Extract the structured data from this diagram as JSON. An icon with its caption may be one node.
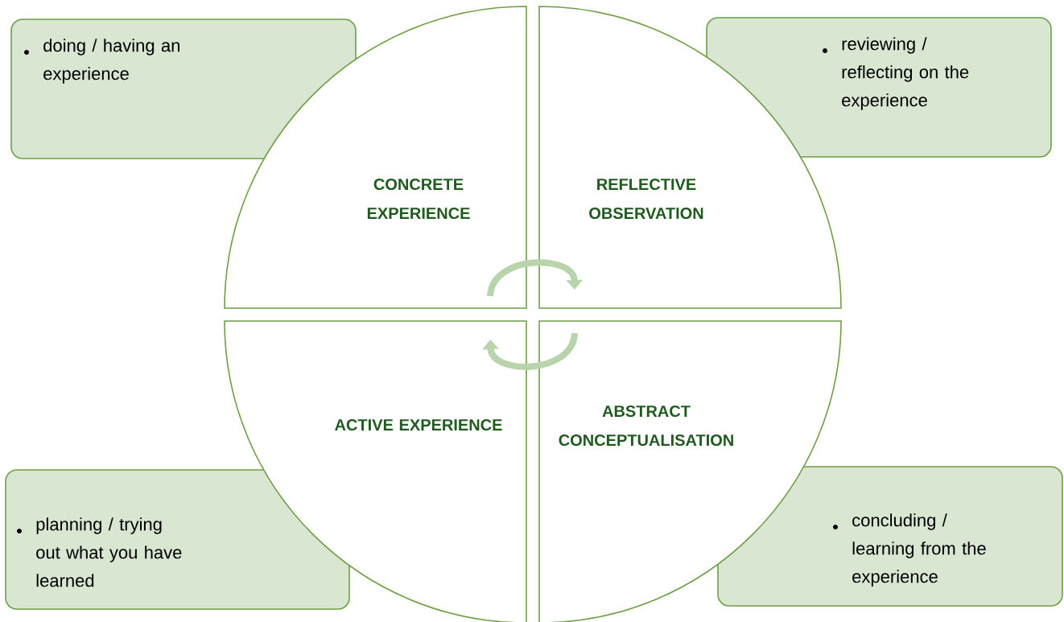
{
  "diagram": {
    "nodes": [
      {
        "text": [
          "doing / having an experience"
        ]
      },
      {
        "text": [
          "reviewing / reflecting on the experience"
        ]
      },
      {
        "text": [
          "CONCRETE EXPERIENCE"
        ]
      },
      {
        "text": [
          "REFLECTIVE OBSERVATION"
        ]
      },
      {
        "text": [
          "ACTIVE EXPERIENCE"
        ]
      },
      {
        "text": [
          "ABSTRACT CONCEPTUALISATION"
        ]
      },
      {
        "text": [
          "planning / trying out what you have learned"
        ]
      },
      {
        "text": [
          "concluding / learning from the experience"
        ]
      }
    ],
    "edges": [
      {
        "from": 2,
        "to": 3,
        "arrow": "to"
      },
      {
        "from": 5,
        "to": 4,
        "arrow": "to"
      }
    ]
  }
}
